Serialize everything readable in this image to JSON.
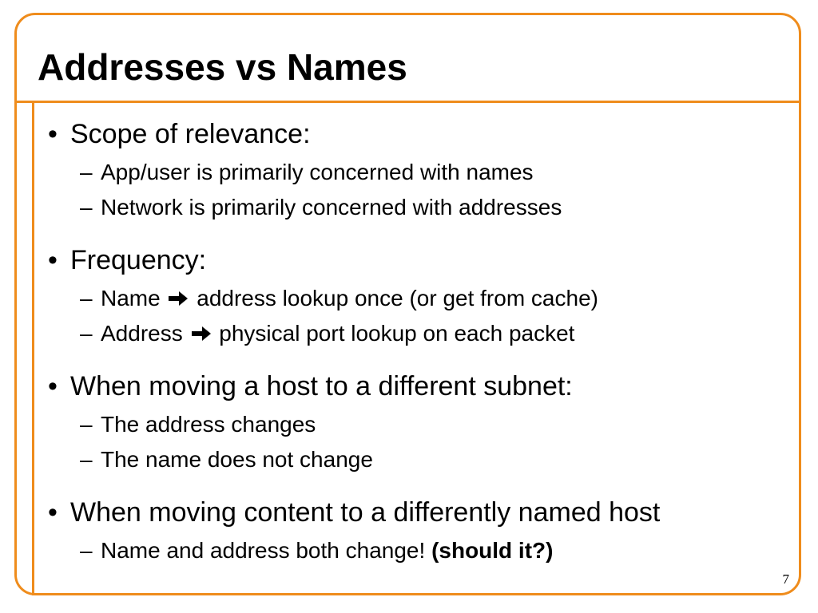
{
  "slide": {
    "title": "Addresses vs Names",
    "page_number": "7",
    "accent_color": "#ef8c1c",
    "bullets": [
      {
        "text": "Scope of relevance:",
        "subs": [
          {
            "text": "App/user is primarily concerned with names"
          },
          {
            "text": "Network is primarily concerned with addresses"
          }
        ]
      },
      {
        "text": "Frequency:",
        "subs": [
          {
            "before": "Name",
            "icon": "right-arrow-icon",
            "after": "address lookup once (or get from cache)"
          },
          {
            "before": "Address",
            "icon": "right-arrow-icon",
            "after": "physical port lookup on each packet"
          }
        ]
      },
      {
        "text": "When moving a host to a different subnet:",
        "subs": [
          {
            "text": "The address changes"
          },
          {
            "text": "The name does not change"
          }
        ]
      },
      {
        "text": "When moving content to a differently named host",
        "subs": [
          {
            "text": "Name and address both change!",
            "emphasis": "(should it?)"
          }
        ]
      }
    ],
    "bullet_glyph": "•",
    "dash_glyph": "–"
  }
}
